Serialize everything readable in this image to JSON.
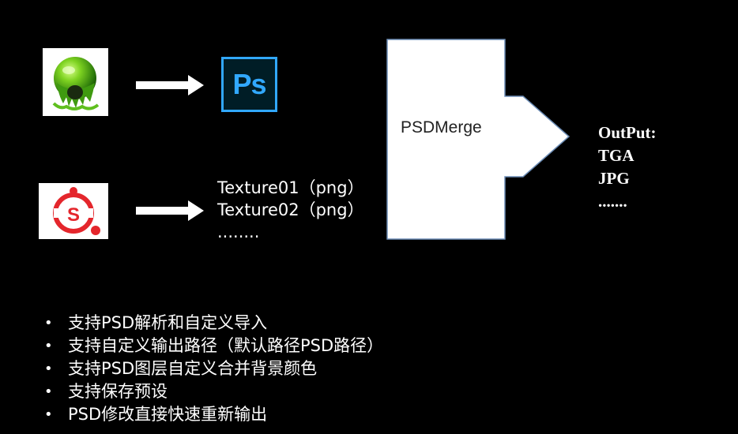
{
  "icons": {
    "mudbox": "mudbox-sculpt-icon",
    "photoshop": "photoshop-icon",
    "substance_painter": "substance-painter-icon",
    "arrow": "right-arrow-icon"
  },
  "photoshop_label": "Ps",
  "textures": [
    "Texture01（png）",
    "Texture02（png）",
    "........"
  ],
  "merge": {
    "label": "PSDMerge"
  },
  "output": {
    "title": "OutPut:",
    "formats": [
      "TGA",
      "JPG",
      "......."
    ]
  },
  "features": [
    "支持PSD解析和自定义导入",
    "支持自定义输出路径（默认路径PSD路径）",
    "支持PSD图层自定义合并背景颜色",
    "支持保存预设",
    "PSD修改直接快速重新输出"
  ],
  "colors": {
    "background": "#000000",
    "text": "#ffffff",
    "photoshop_blue": "#31a8ff",
    "photoshop_bg": "#001d26",
    "mudbox_green": "#5fbf1e",
    "painter_red": "#e4262c"
  }
}
